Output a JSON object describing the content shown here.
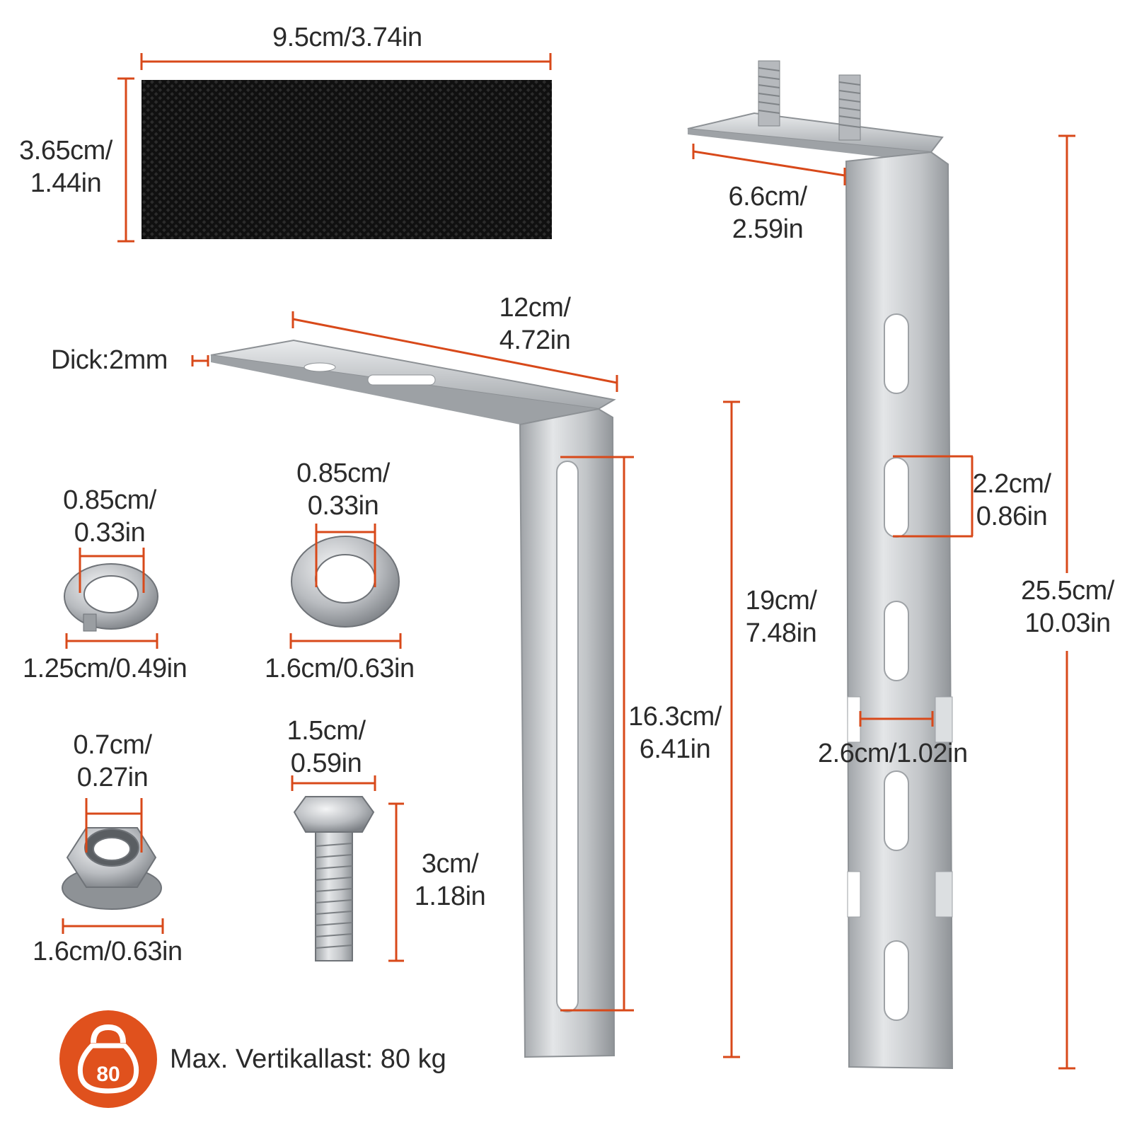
{
  "colors": {
    "dimension": "#d8491a",
    "metal": "#c9ccd0",
    "pad": "#161616",
    "badge": "#e0511d"
  },
  "pad": {
    "width": "9.5cm/3.74in",
    "height_l1": "3.65cm/",
    "height_l2": "1.44in"
  },
  "bracket_small": {
    "thickness": "Dick:2mm",
    "top_l1": "12cm/",
    "top_l2": "4.72in",
    "slot_l1": "16.3cm/",
    "slot_l2": "6.41in",
    "height_l1": "19cm/",
    "height_l2": "7.48in"
  },
  "bracket_large": {
    "top_l1": "6.6cm/",
    "top_l2": "2.59in",
    "slot_l1": "2.2cm/",
    "slot_l2": "0.86in",
    "offset": "2.6cm/1.02in",
    "height_l1": "25.5cm/",
    "height_l2": "10.03in"
  },
  "spring_washer": {
    "inner_l1": "0.85cm/",
    "inner_l2": "0.33in",
    "outer": "1.25cm/0.49in"
  },
  "flat_washer": {
    "inner_l1": "0.85cm/",
    "inner_l2": "0.33in",
    "outer": "1.6cm/0.63in"
  },
  "nut": {
    "inner_l1": "0.7cm/",
    "inner_l2": "0.27in",
    "outer": "1.6cm/0.63in"
  },
  "bolt": {
    "width_l1": "1.5cm/",
    "width_l2": "0.59in",
    "length_l1": "3cm/",
    "length_l2": "1.18in"
  },
  "load": {
    "icon": "kettlebell-icon",
    "badge_value": "80",
    "text": "Max. Vertikallast: 80 kg"
  }
}
